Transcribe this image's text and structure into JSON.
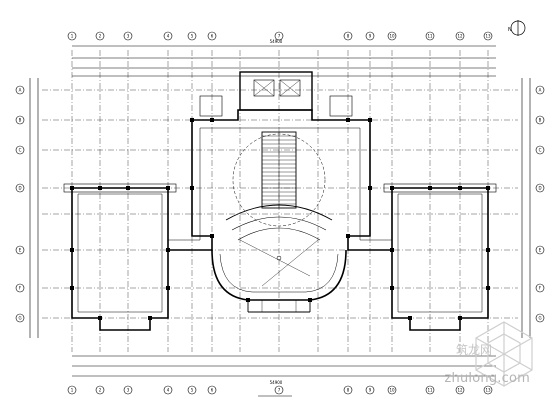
{
  "drawing": {
    "north_label": "N",
    "overall_dimension_top": "54900",
    "overall_dimension_bottom": "54900",
    "plan_title": "",
    "room_labels": {
      "left_hall": "",
      "right_hall": "",
      "top_label_left": "",
      "top_label_right": ""
    }
  },
  "axis_bubbles": {
    "top": [
      "1",
      "2",
      "3",
      "4",
      "5",
      "6",
      "7",
      "8",
      "9",
      "10",
      "11",
      "12",
      "13"
    ],
    "left": [
      "A",
      "B",
      "C",
      "D",
      "E",
      "F",
      "G"
    ]
  },
  "watermark": {
    "text": "zhulong.com",
    "text_zh": "筑龙网"
  },
  "colors": {
    "line": "#000000",
    "background": "#ffffff",
    "watermark": "#b5b5b5"
  }
}
